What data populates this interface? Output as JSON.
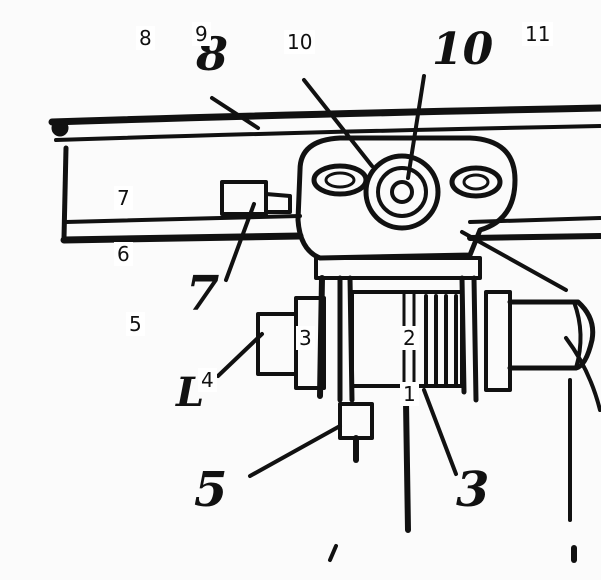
{
  "figure": {
    "printed_numbers": [
      "8",
      "10",
      "7",
      "5",
      "3",
      "3"
    ],
    "labels": [
      "8",
      "9",
      "10",
      "11",
      "7",
      "6",
      "5",
      "3",
      "2",
      "4",
      "1"
    ]
  },
  "colors": {
    "ink": "#111111",
    "paper": "#fbfbfb"
  }
}
